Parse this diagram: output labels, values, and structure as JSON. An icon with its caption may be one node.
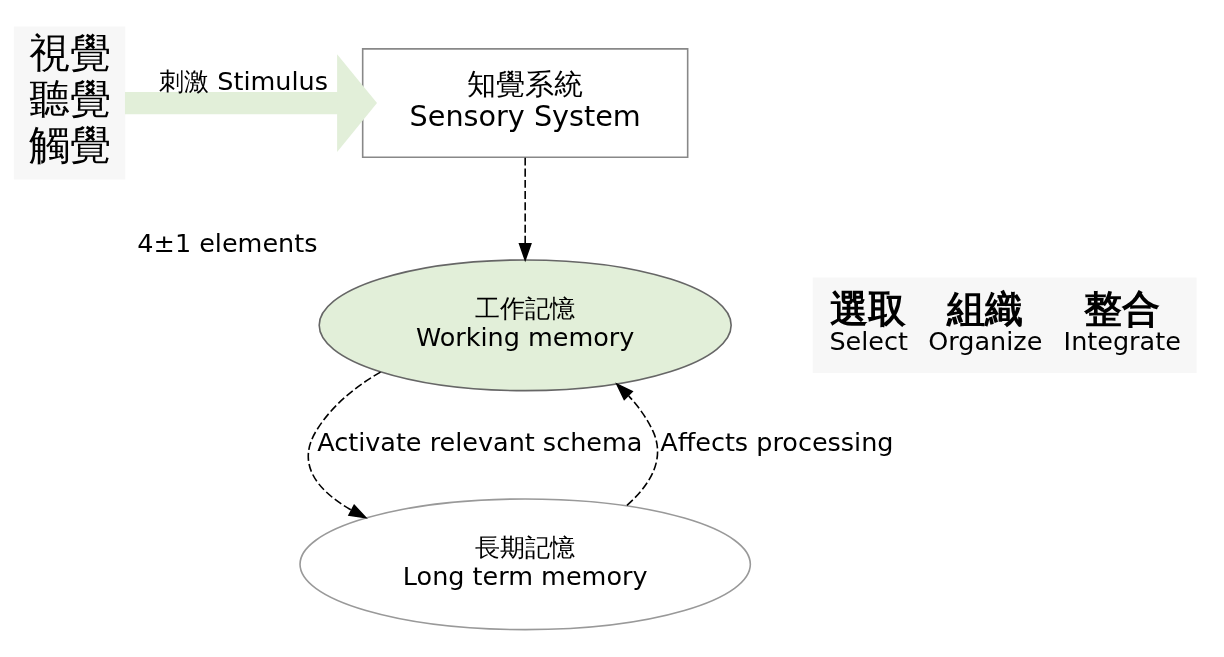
{
  "diagram": {
    "nodes": [
      {
        "text": [
          "視覺",
          "聽覺",
          "觸覺"
        ]
      },
      {
        "text": [
          "知覺系統",
          "Sensory System"
        ]
      },
      {
        "text": [
          "工作記憶",
          "Working memory"
        ],
        "beside": [
          "4±1 elements"
        ]
      },
      {
        "text": [
          "長期記憶",
          "Long term memory"
        ]
      }
    ],
    "edges": [
      {
        "from": 0,
        "to": 1,
        "arrow": "to",
        "label": "刺激 Stimulus",
        "style": "thick",
        "color": "#e2efd9"
      },
      {
        "from": 1,
        "to": 2,
        "arrow": "to",
        "style": "dashed"
      },
      {
        "from": 2,
        "to": 3,
        "arrow": "to",
        "label": "Activate relevant schema",
        "style": "dashed"
      },
      {
        "from": 3,
        "to": 2,
        "arrow": "to",
        "label": "Affects processing",
        "style": "dashed"
      }
    ],
    "labels": [
      "選取",
      "組織",
      "整合",
      "Select",
      "Organize",
      "Integrate"
    ]
  }
}
